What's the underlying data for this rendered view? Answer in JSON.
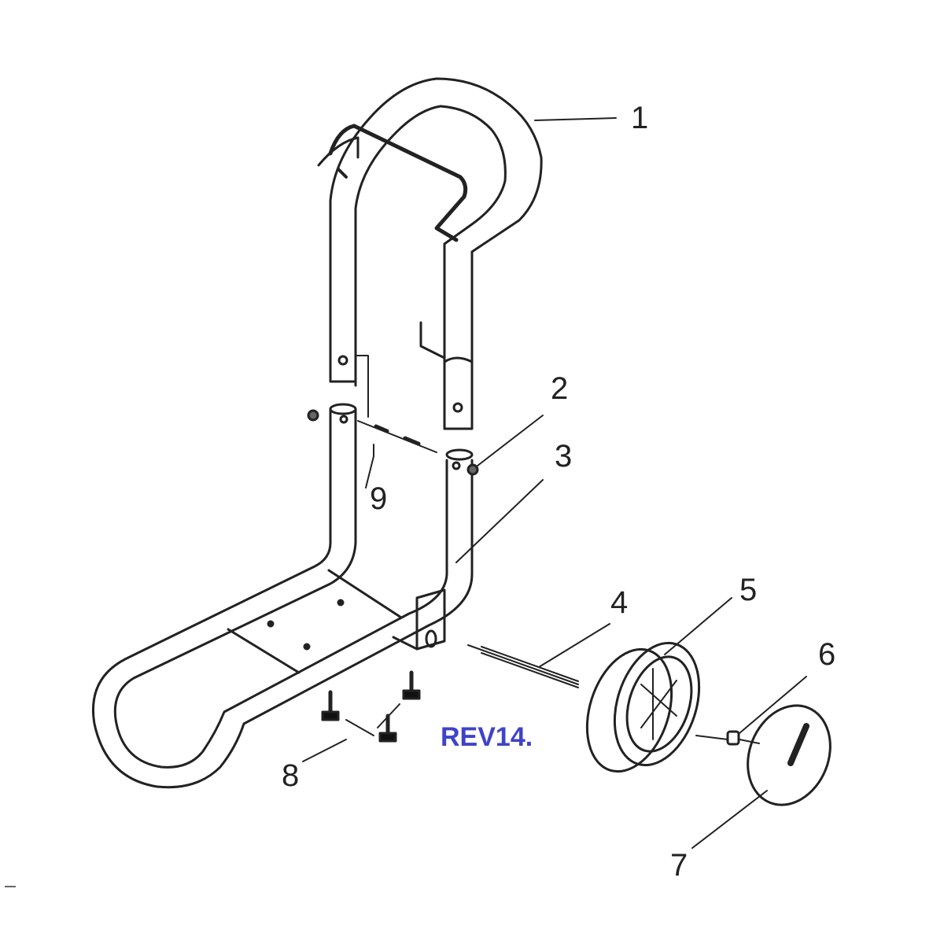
{
  "diagram": {
    "title": "Cart frame and wheel assembly exploded view",
    "revision_label": "REV14.",
    "revision_color": "#3f43c8",
    "line_color": "#222222",
    "callouts": [
      {
        "id": "1",
        "label": "1",
        "part": "handle"
      },
      {
        "id": "2",
        "label": "2",
        "part": "nut"
      },
      {
        "id": "3",
        "label": "3",
        "part": "base frame"
      },
      {
        "id": "4",
        "label": "4",
        "part": "axle"
      },
      {
        "id": "5",
        "label": "5",
        "part": "wheel"
      },
      {
        "id": "6",
        "label": "6",
        "part": "push nut / retainer"
      },
      {
        "id": "7",
        "label": "7",
        "part": "hub cap"
      },
      {
        "id": "8",
        "label": "8",
        "part": "rubber feet / bumpers"
      },
      {
        "id": "9",
        "label": "9",
        "part": "bolt / clevis pin"
      }
    ]
  }
}
